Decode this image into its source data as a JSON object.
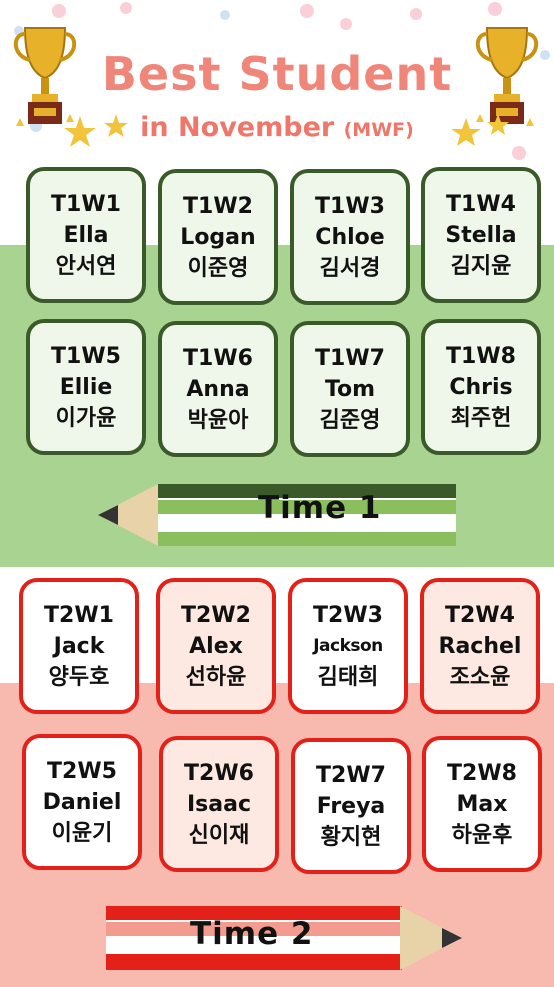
{
  "header": {
    "title": "Best Student",
    "subtitle_main": "in November",
    "subtitle_suffix": "(MWF)"
  },
  "colors": {
    "title": "#f08679",
    "time1_band": "#a9d390",
    "time2_band": "#f8b9ae",
    "time1_border": "#3b5a2a",
    "time2_border": "#e32119"
  },
  "time1": {
    "label": "Time 1",
    "students": [
      {
        "code": "T1W1",
        "en": "Ella",
        "ko": "안서연"
      },
      {
        "code": "T1W2",
        "en": "Logan",
        "ko": "이준영"
      },
      {
        "code": "T1W3",
        "en": "Chloe",
        "ko": "김서경"
      },
      {
        "code": "T1W4",
        "en": "Stella",
        "ko": "김지윤"
      },
      {
        "code": "T1W5",
        "en": "Ellie",
        "ko": "이가윤"
      },
      {
        "code": "T1W6",
        "en": "Anna",
        "ko": "박윤아"
      },
      {
        "code": "T1W7",
        "en": "Tom",
        "ko": "김준영"
      },
      {
        "code": "T1W8",
        "en": "Chris",
        "ko": "최주헌"
      }
    ]
  },
  "time2": {
    "label": "Time 2",
    "students": [
      {
        "code": "T2W1",
        "en": "Jack",
        "ko": "양두호"
      },
      {
        "code": "T2W2",
        "en": "Alex",
        "ko": "선하윤"
      },
      {
        "code": "T2W3",
        "en": "Jackson",
        "ko": "김태희"
      },
      {
        "code": "T2W4",
        "en": "Rachel",
        "ko": "조소윤"
      },
      {
        "code": "T2W5",
        "en": "Daniel",
        "ko": "이윤기"
      },
      {
        "code": "T2W6",
        "en": "Isaac",
        "ko": "신이재"
      },
      {
        "code": "T2W7",
        "en": "Freya",
        "ko": "황지현"
      },
      {
        "code": "T2W8",
        "en": "Max",
        "ko": "하윤후"
      }
    ]
  },
  "icons": {
    "trophy_left": "trophy-icon",
    "trophy_right": "trophy-icon",
    "pencil_time1": "pencil-icon",
    "pencil_time2": "pencil-icon"
  }
}
